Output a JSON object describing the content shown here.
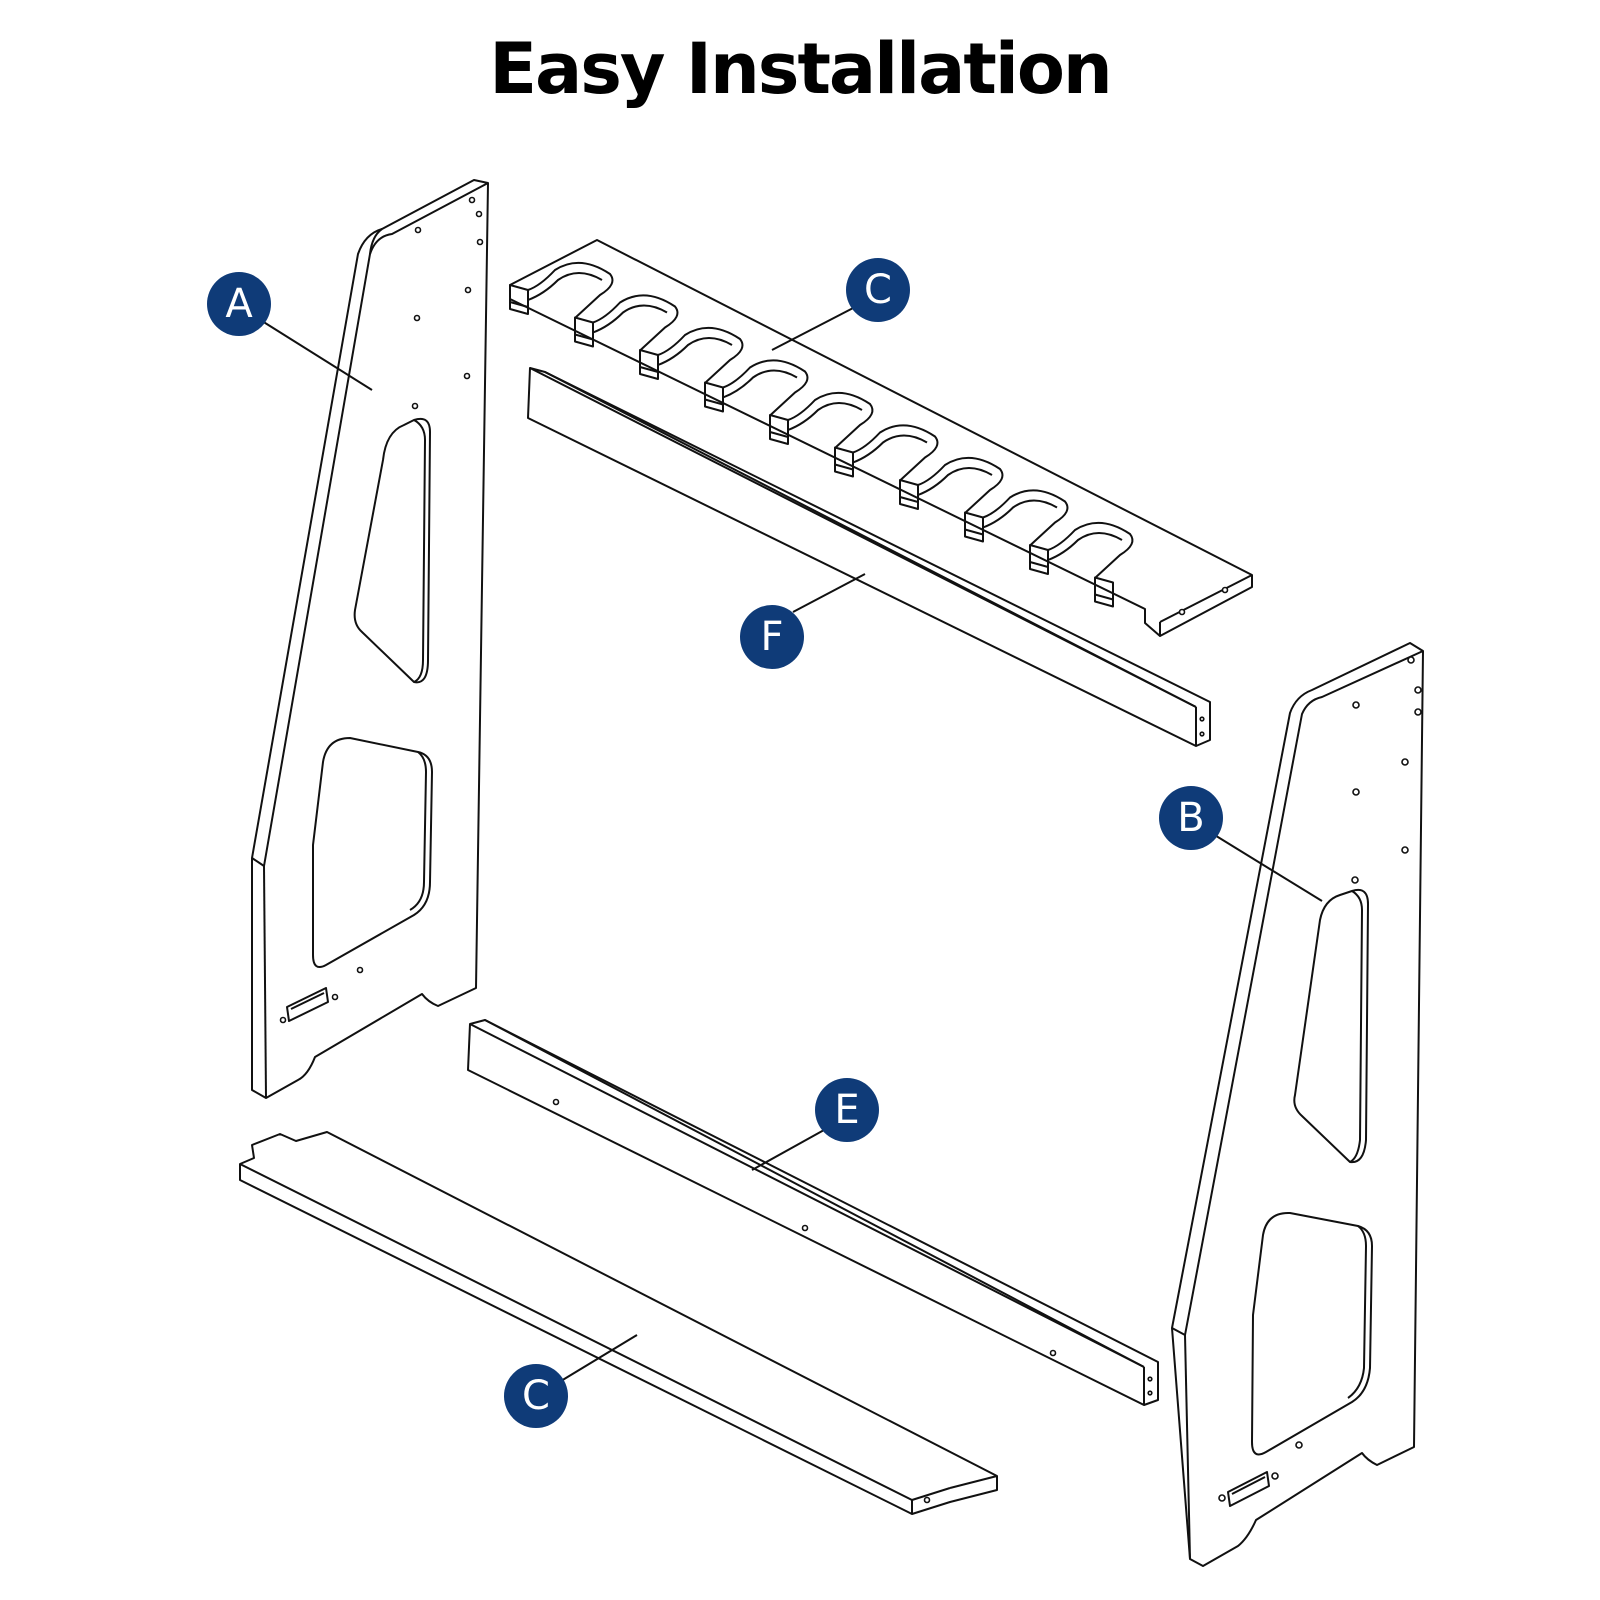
{
  "title": "Easy Installation",
  "colors": {
    "badge": "#0f3b78",
    "line": "#111111",
    "background": "#ffffff"
  },
  "parts": [
    {
      "id": "A",
      "label": "A",
      "description": "left side panel"
    },
    {
      "id": "B",
      "label": "B",
      "description": "right side panel"
    },
    {
      "id": "C_top",
      "label": "C",
      "description": "top slotted holder bar"
    },
    {
      "id": "F",
      "label": "F",
      "description": "upper rail"
    },
    {
      "id": "E",
      "label": "E",
      "description": "lower rail"
    },
    {
      "id": "C_bottom",
      "label": "C",
      "description": "bottom base board"
    }
  ]
}
